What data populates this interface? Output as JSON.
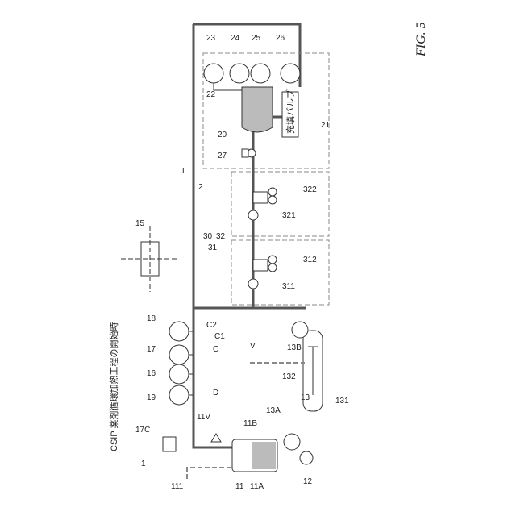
{
  "figure": {
    "title": "FIG. 5"
  },
  "caption": "CSIP 薬剤循環加熱工程の開始時",
  "valve_text": "充填バルブ",
  "labels": {
    "l1": "1",
    "l2": "2",
    "l11": "11",
    "l11A": "11A",
    "l11B": "11B",
    "l11V": "11V",
    "l111": "111",
    "l12": "12",
    "l13": "13",
    "l13A": "13A",
    "l13B": "13B",
    "l131": "131",
    "l132": "132",
    "l15": "15",
    "l16": "16",
    "l17": "17",
    "l17C": "17C",
    "l18": "18",
    "l19": "19",
    "l20": "20",
    "l21": "21",
    "l22": "22",
    "l23": "23",
    "l24": "24",
    "l25": "25",
    "l26": "26",
    "l27": "27",
    "l30": "30",
    "l31": "31",
    "l32": "32",
    "l311": "311",
    "l312": "312",
    "l321": "321",
    "l322": "322",
    "lC": "C",
    "lC1": "C1",
    "lC2": "C2",
    "lD": "D",
    "lL": "L",
    "lV": "V"
  }
}
